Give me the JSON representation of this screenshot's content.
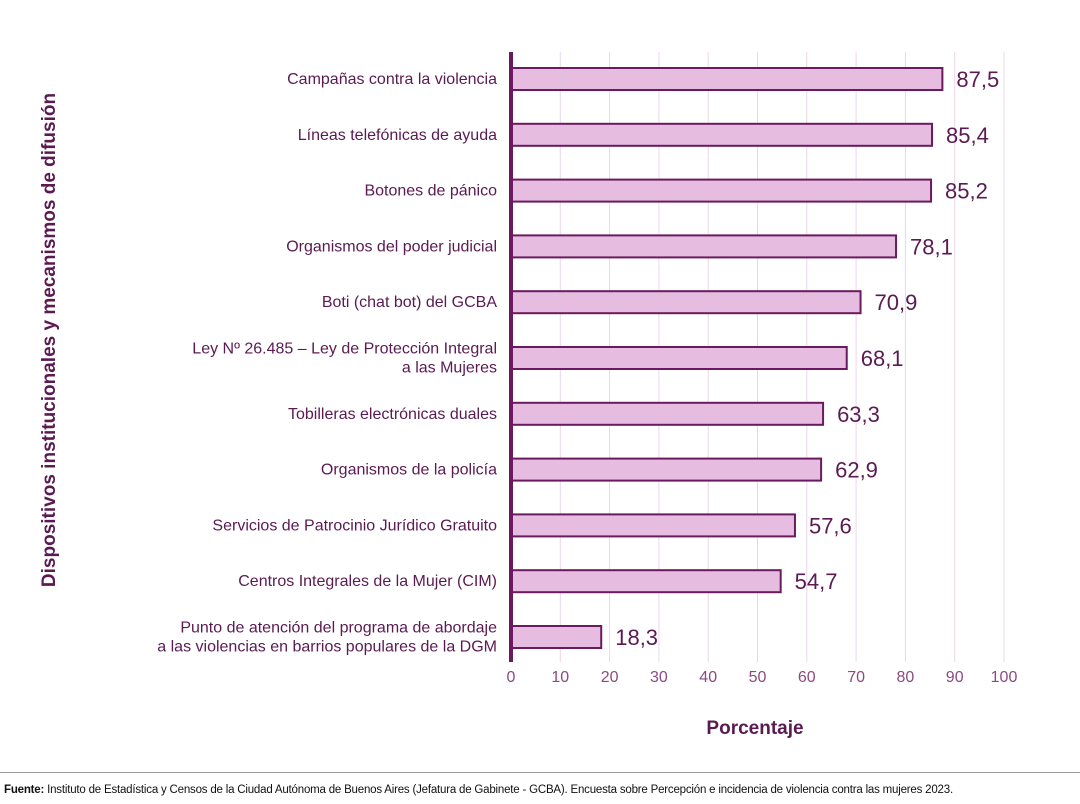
{
  "chart_data": {
    "type": "bar",
    "orientation": "horizontal",
    "categories": [
      [
        "Campañas contra la violencia"
      ],
      [
        "Líneas telefónicas de ayuda"
      ],
      [
        "Botones de pánico"
      ],
      [
        "Organismos del poder judicial"
      ],
      [
        "Boti (chat bot) del GCBA"
      ],
      [
        "Ley Nº 26.485 – Ley de Protección Integral",
        "a las Mujeres"
      ],
      [
        "Tobilleras electrónicas duales"
      ],
      [
        "Organismos de la policía"
      ],
      [
        "Servicios de Patrocinio Jurídico Gratuito"
      ],
      [
        "Centros Integrales de la Mujer (CIM)"
      ],
      [
        "Punto de atención del programa de abordaje",
        "a las violencias en barrios populares de la DGM"
      ]
    ],
    "values": [
      87.5,
      85.4,
      85.2,
      78.1,
      70.9,
      68.1,
      63.3,
      62.9,
      57.6,
      54.7,
      18.3
    ],
    "value_labels": [
      "87,5",
      "85,4",
      "85,2",
      "78,1",
      "70,9",
      "68,1",
      "63,3",
      "62,9",
      "57,6",
      "54,7",
      "18,3"
    ],
    "xlabel": "Porcentaje",
    "ylabel": "Dispositivos institucionales y mecanismos de difusión",
    "xlim": [
      0,
      100
    ],
    "xticks": [
      0,
      10,
      20,
      30,
      40,
      50,
      60,
      70,
      80,
      90,
      100
    ],
    "grid": "vertical",
    "colors": {
      "bar_fill": "#e6bde0",
      "bar_stroke": "#6a1a5e",
      "axis": "#6a1a5e",
      "grid": "#ecd5e8",
      "text": "#5a1a52"
    }
  },
  "source": {
    "label": "Fuente:",
    "text": " Instituto de Estadística y Censos de la Ciudad Autónoma de Buenos Aires (Jefatura de Gabinete - GCBA). Encuesta sobre Percepción e incidencia de violencia contra las mujeres 2023."
  }
}
